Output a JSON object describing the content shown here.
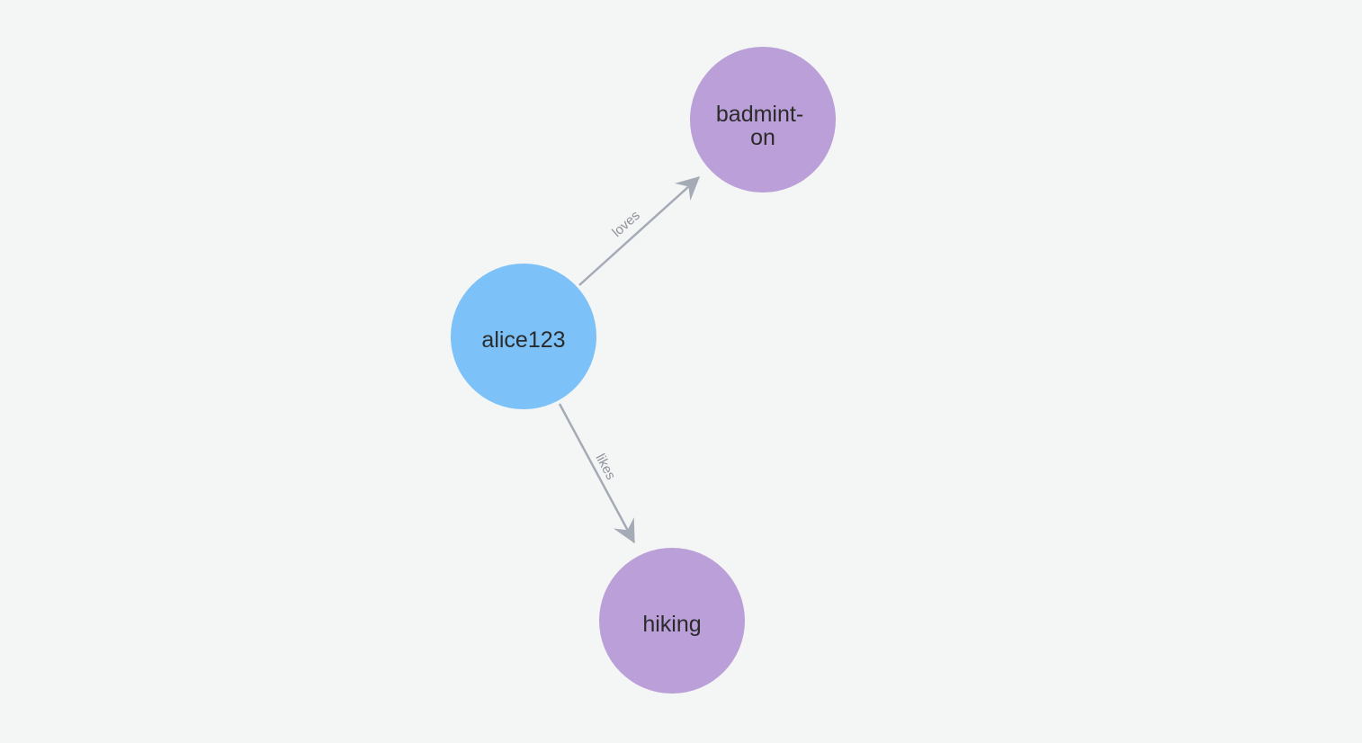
{
  "canvas": {
    "background_color": "#F4F5F5"
  },
  "graph": {
    "node_text_color": "#2B2B2B",
    "edge_color": "#A5ABB6",
    "edge_label_color": "#8E939C",
    "node_colors": {
      "blue": "#7CC1F7",
      "purple": "#BA9FD8"
    },
    "nodes": [
      {
        "id": "alice123",
        "label": "alice123",
        "label_lines": [
          "alice123"
        ],
        "color": "#7CC1F7"
      },
      {
        "id": "badminton",
        "label": "badminton",
        "label_lines": [
          "badmint-",
          "on"
        ],
        "color": "#BA9FD8"
      },
      {
        "id": "hiking",
        "label": "hiking",
        "label_lines": [
          "hiking"
        ],
        "color": "#BA9FD8"
      }
    ],
    "edges": [
      {
        "from": "alice123",
        "to": "badminton",
        "label": "loves"
      },
      {
        "from": "alice123",
        "to": "hiking",
        "label": "likes"
      }
    ]
  }
}
